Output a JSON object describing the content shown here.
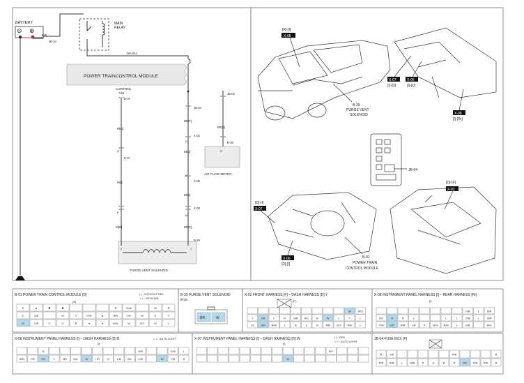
{
  "schematic": {
    "battery_label": "BATTERY",
    "battery_minus": "⊖",
    "battery_plus": "⊕",
    "wire_rb": "R/B",
    "jb10": "JB-10",
    "main_relay": [
      "MAIN",
      "RELAY"
    ],
    "fuse": "15A INJ",
    "pcm_title": "POWER TRAINCONTROL MODULE",
    "pcm_control": "CONTROL",
    "pcm_a35": "A35",
    "jb02": "JB-02",
    "b01": "B-01",
    "jb04": "JB-04",
    "br_f": "BR[F]",
    "x02_a": "X-02",
    "num_11": "11",
    "br_l": "BR[I]",
    "re_l": "RE[I]",
    "br_e": "BR[E]",
    "b30": "B-30",
    "num_2": "2",
    "air_flow": "AIR FLOW METER",
    "num_17": "17",
    "x07": "X-07",
    "w_l": "W[I]",
    "num_22": "22",
    "x06": "X-06",
    "br_l2": "BR[I]",
    "num_8": "8",
    "x08": "X-08",
    "num_19": "19",
    "w_r": "W[R]",
    "br_r": "BR[R]",
    "b29": "B-29",
    "pin2": "2",
    "pin1": "1",
    "purge_vent": "PURGE VENT SOLENOID"
  },
  "views": {
    "car_tag_top": "[R]-[I]",
    "car_x08": "X-08",
    "dash_x07": "X-07",
    "dash_x07_sub": "[I]-[D]",
    "dash_x06": "X-06",
    "dash_x06_sub": "[I]-[D]",
    "dash_x08": "X-08",
    "dash_x08_sub": "[I]-[Rr]",
    "b29_callout": [
      "B-29",
      "PURGE VENT",
      "SOLENOID"
    ],
    "jb04": "JB-04",
    "eng_tag": "[D]-[F]",
    "eng_x02": "X-02",
    "int_tag": "[D]-[I]",
    "int_x07": "X-07",
    "int_x06": "X-06",
    "int_x06_sub": "[D]-[I]",
    "pcm_callout": [
      "B-01",
      "POWER TRAIN",
      "CONTROL MODULE"
    ]
  },
  "connectors": {
    "b01": {
      "title": "B-01 POWER TRAIN CONTROL MODULE [D]",
      "legend1": "( ) : WITHOUT DRL",
      "legend2": "< > : WITH DRL",
      "sub": "(A)",
      "row1": [
        "P",
        "●",
        "✱",
        "✱",
        "",
        "",
        "",
        "R",
        "G/W",
        "",
        "W",
        "R"
      ],
      "row2": [
        "G",
        "G/R",
        "",
        "W",
        "Y",
        "Y/W",
        "●",
        "B/R",
        "L/R",
        "W",
        "G",
        "Y"
      ],
      "row3": [
        "W",
        "G/R",
        "G",
        "O",
        "R",
        "●",
        "●",
        "B/W",
        "W",
        "G/Y",
        "W",
        "L"
      ]
    },
    "b29": {
      "title": "B-29 PURGE VENT SOLENOID",
      "sub": "[R] B",
      "pins": [
        "BR",
        "W"
      ]
    },
    "x02": {
      "title": "X-02 FRONT HARNESS [F] – DASH HARNESS [D] Y",
      "sub": "[F]",
      "row1": [
        "",
        "",
        "",
        "",
        "",
        "",
        "",
        "",
        "",
        "W",
        "W/G"
      ],
      "row2": [
        "Y",
        "GR",
        "L",
        "R",
        "G/B",
        "R/L",
        "R",
        "W",
        "L",
        "Y",
        "L"
      ],
      "row3": [
        "LG",
        "G/R",
        "B/W",
        "L",
        "B",
        "L",
        "G",
        "R/B",
        "G/Y",
        "R/B",
        "L"
      ]
    },
    "x08": {
      "title": "X-08 INSTRNMENT PANEL HARNESS [I] – REAR HARNESS [Rr]",
      "sub": "[I]",
      "row1": [
        "",
        "",
        "",
        "",
        "",
        "",
        "",
        "",
        "O/B",
        "L",
        "B/R"
      ],
      "row2": [
        "B/Y",
        "W",
        "B",
        "L",
        "",
        "",
        "L",
        "L",
        "O/B",
        "L",
        "B/R"
      ],
      "row3": [
        "Y/W",
        "G/R",
        "B/R",
        "L/R",
        "P",
        "W/G",
        "B/W",
        "L",
        "G/B",
        "",
        "B/G"
      ]
    },
    "x06": {
      "title": "X-06 INSTRUMENT PANEL HARNESS [I] – DASH HARNESS [D] B",
      "legend": "< > : AUTO LIGHT",
      "sub": "[I]",
      "row1": [
        "",
        "",
        "B",
        "",
        "",
        "",
        "",
        "",
        "",
        "",
        "",
        "R/B",
        "",
        "",
        "G/W",
        "L"
      ],
      "row2": [
        "W/B",
        "Y/B",
        "GR",
        "L",
        "BR",
        "W/L",
        "W",
        "L/R",
        "G",
        "L/B",
        "B/L",
        "L/W",
        "",
        "W",
        "Y/B",
        "B"
      ]
    },
    "x07": {
      "title": "X-07 INSTRUMENT PANEL HARNESS [I] – DASH HARNESS [D] W",
      "legend1": "( ) : DRL",
      "legend2": "< > : AUTO LIGHT",
      "sub": "[I]",
      "row1": [
        "",
        "",
        "",
        "",
        "",
        "",
        "",
        "",
        "",
        "",
        "",
        "",
        "B/Y",
        "",
        "",
        ""
      ],
      "row2": [
        "",
        "",
        "",
        "",
        "",
        "",
        "",
        "",
        "W",
        "",
        "",
        "",
        "",
        "",
        "",
        ""
      ]
    },
    "jb04": {
      "title": "JB-04 FUSE BOX [F]",
      "row1": [
        "R",
        "Y/B",
        "",
        "",
        "",
        "",
        "",
        "R/B",
        "",
        "",
        "",
        "R"
      ],
      "row2": [
        "R/B",
        "R/B",
        "L",
        "W/B",
        "R",
        "G",
        "B",
        "R",
        "GR",
        "R/B",
        "R/B",
        "R"
      ]
    }
  }
}
